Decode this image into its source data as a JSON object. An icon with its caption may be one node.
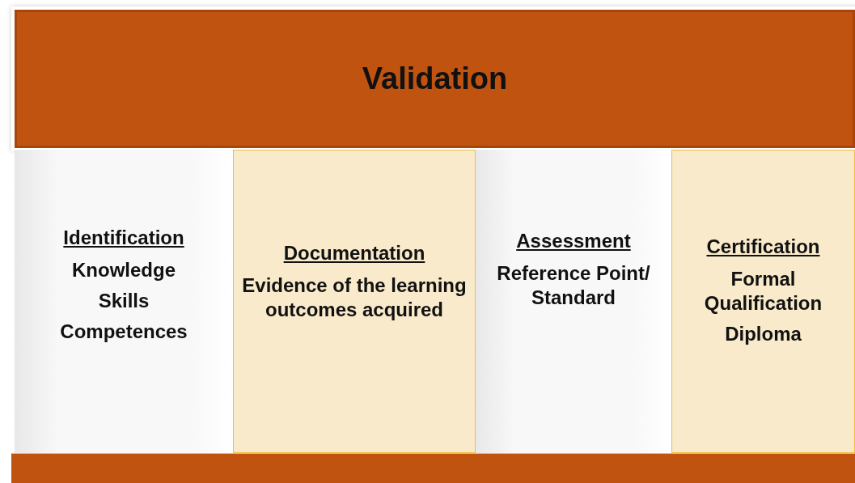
{
  "diagram": {
    "nodes": [
      {
        "text": [
          "Validation"
        ]
      },
      {
        "text": [
          "Identification",
          "Knowledge",
          "Skills",
          "Competences"
        ]
      },
      {
        "text": [
          "Documentation",
          "Evidence of the learning outcomes acquired"
        ]
      },
      {
        "text": [
          "Assessment",
          "Reference Point/ Standard"
        ]
      },
      {
        "text": [
          "Certification",
          "Formal Qualification",
          "Diploma"
        ]
      },
      {
        "text": [],
        "shape": "bar"
      }
    ]
  }
}
